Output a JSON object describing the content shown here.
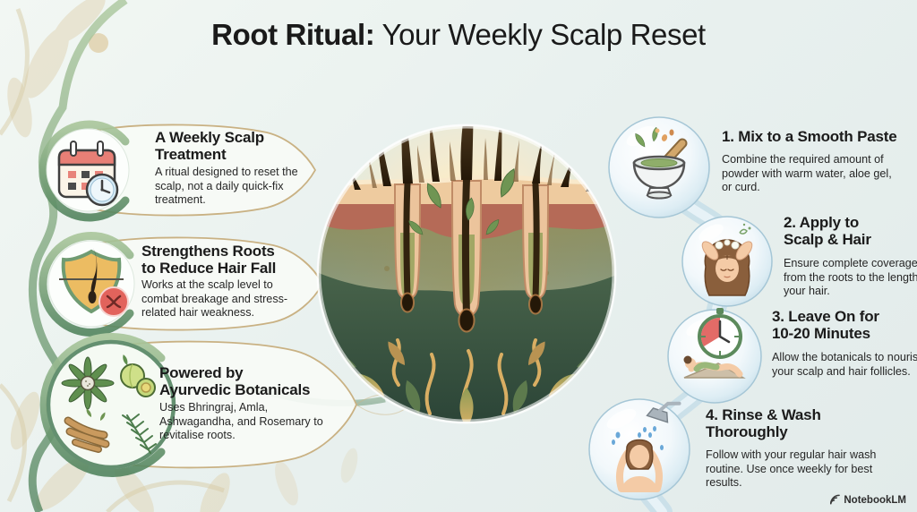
{
  "title": {
    "lead": "Root Ritual:",
    "rest": " Your Weekly Scalp Reset"
  },
  "callouts": [
    {
      "icon": "calendar-clock-icon",
      "title": "A Weekly Scalp\nTreatment",
      "body": "A ritual designed to reset the scalp, not a daily quick-fix treatment."
    },
    {
      "icon": "shield-hair-protect-icon",
      "title": "Strengthens Roots\nto Reduce Hair Fall",
      "body": "Works at the scalp level to combat breakage and stress-related hair weakness."
    },
    {
      "icon": "ayurvedic-botanicals-icon",
      "title": "Powered by\nAyurvedic Botanicals",
      "body": "Uses Bhringraj, Amla, Ashwagandha, and Rosemary to revitalise roots."
    }
  ],
  "steps": [
    {
      "icon": "mortar-pestle-icon",
      "title": "1. Mix to a Smooth Paste",
      "body": "Combine the required amount of powder with warm water, aloe gel, or curd."
    },
    {
      "icon": "apply-to-scalp-icon",
      "title": "2. Apply to\nScalp & Hair",
      "body": "Ensure complete coverage from the roots to the lengths of your hair."
    },
    {
      "icon": "leave-on-timer-icon",
      "title": "3. Leave On for\n10-20 Minutes",
      "body": "Allow the botanicals to nourish your scalp and hair follicles."
    },
    {
      "icon": "rinse-shower-icon",
      "title": "4. Rinse & Wash\nThoroughly",
      "body": "Follow with your regular hair wash routine. Use once weekly for best results."
    }
  ],
  "watermark": {
    "label": "NotebookLM"
  },
  "colors": {
    "background": "#e9f1ee",
    "gold_outline": "#c9b183",
    "vine_green": "#5d8a68",
    "bubble_blue": "#bcd6e3",
    "title_text": "#1a1a1a"
  }
}
